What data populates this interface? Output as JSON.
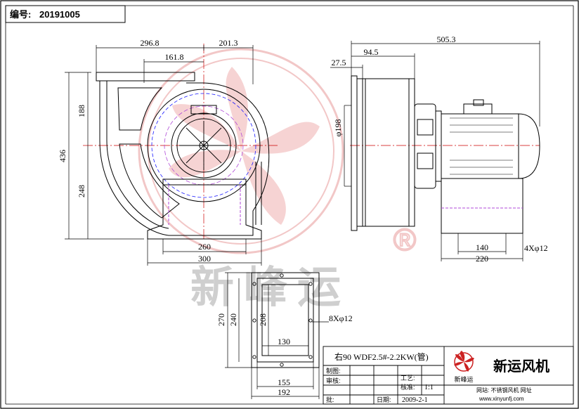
{
  "header": {
    "serial_label": "编号:",
    "serial_value": "20191005"
  },
  "dims": {
    "front_w_left": "296.8",
    "front_w_right": "201.3",
    "front_inner": "161.8",
    "front_h_total": "436",
    "front_h_upper": "188",
    "front_h_lower": "248",
    "front_base_inner": "260",
    "front_base_outer": "300",
    "side_total": "505.3",
    "side_flange": "94.5",
    "side_small": "27.5",
    "side_dia": "φ198",
    "side_base_inner": "140",
    "side_base_outer": "220",
    "side_holes": "4Xφ12",
    "flange_h_outer": "270",
    "flange_h_mid": "240",
    "flange_h_inner": "208",
    "flange_w_inner": "130",
    "flange_w_mid": "155",
    "flange_w_outer": "192",
    "flange_holes": "8Xφ12"
  },
  "watermark": {
    "text": "新峰运",
    "registered": "®"
  },
  "title_block": {
    "model": "右90 WDF2.5#-2.2KW(管)",
    "draw_label": "制图:",
    "review_label": "审核:",
    "approve_label": "批:",
    "process_label": "工艺:",
    "check_label": "核准:",
    "scale_value": "1:1",
    "date_label": "日期:",
    "date_value": "2009-2-1",
    "company_name": "新运风机",
    "logo_text": "新峰运",
    "website_label": "网站: 不锈钢风机 网址",
    "website_url": "www.xinyunfj.com"
  },
  "colors": {
    "line": "#000000",
    "centerline": "#cc0000",
    "hidden": "#1a1aff",
    "phantom": "#b04ad8",
    "watermark_red": "#e8a0a0",
    "watermark_gray": "#c8c8c8"
  }
}
